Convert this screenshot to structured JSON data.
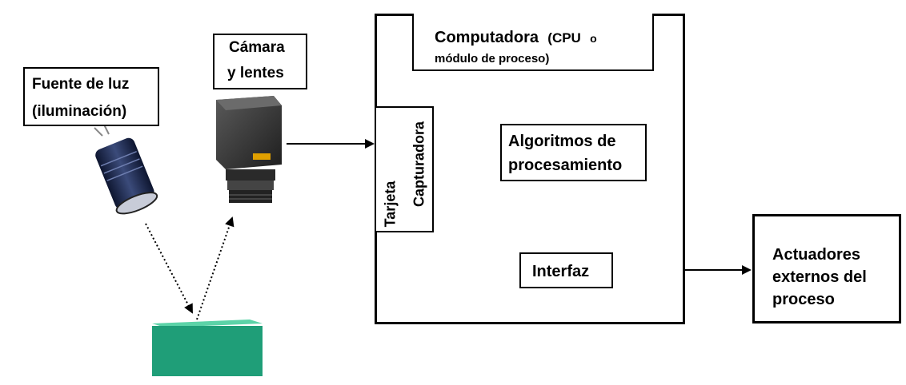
{
  "light_source": {
    "line1": "Fuente de luz",
    "line2": "(iluminación)"
  },
  "camera": {
    "line1": "Cámara",
    "line2": "y lentes"
  },
  "computer": {
    "title": "Computadora",
    "title_suffix": "(CPU",
    "title_o": "o",
    "line2": "módulo de proceso)"
  },
  "capture_card": {
    "line1": "Tarjeta",
    "line2": "Capturadora"
  },
  "algorithms": {
    "line1": "Algoritmos de",
    "line2": "procesamiento"
  },
  "interface": {
    "label": "Interfaz"
  },
  "actuators": {
    "line1": "Actuadores",
    "line2": "externos del",
    "line3": "proceso"
  },
  "colors": {
    "object_box": "#1f9e78",
    "object_top": "#2fb58c",
    "lamp_body": "#1d2a4e",
    "camera_body": "#3a3a3a",
    "camera_label": "#e0a000"
  }
}
